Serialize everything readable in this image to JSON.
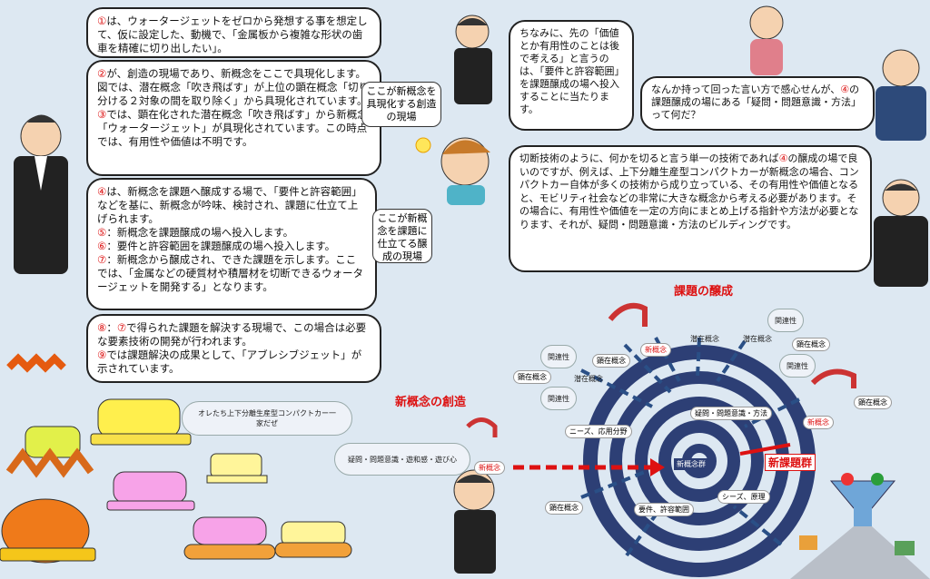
{
  "bubbles": {
    "b1": {
      "num": "①",
      "text": "は、ウォータージェットをゼロから発想する事を想定して、仮に設定した、動機で、「金属板から複雑な形状の歯車を精確に切り出したい」。"
    },
    "b2": {
      "num": "②",
      "text": "が、創造の現場であり、新概念をここで具現化します。図では、潜在概念「吹き飛ばす」が上位の顕在概念「切り分ける２対象の間を取り除く」から具現化されています。",
      "num2": "③",
      "text2": "では、顕在化された潜在概念「吹き飛ばす」から新概念「ウォータージェット」が具現化されています。この時点では、有用性や価値は不明です。"
    },
    "b3": {
      "num": "④",
      "text": "は、新概念を課題へ醸成する場で、「要件と許容範囲」などを基に、新概念が吟味、検討され、課題に仕立て上げられます。",
      "l5n": "⑤",
      "l5": "：新概念を課題醸成の場へ投入します。",
      "l6n": "⑥",
      "l6": "：要件と許容範囲を課題醸成の場へ投入します。",
      "l7n": "⑦",
      "l7": "：新概念から醸成され、できた課題を示します。ここでは、「金属などの硬質材や積層材を切断できるウォータージェットを開発する」となります。"
    },
    "b4": {
      "num": "⑧",
      "mid": "：",
      "num2": "⑦",
      "text": "で得られた課題を解決する現場で、この場合は必要な要素技術の開発が行われます。",
      "num3": "⑨",
      "text3": "では課題解決の成果として、「アブレシブジェット」が示されています。"
    },
    "b5": {
      "text": "ちなみに、先の「価値とか有用性のことは後で考える」と言うのは、「要件と許容範囲」を課題醸成の場へ投入することに当たります。"
    },
    "b6": {
      "text1": "なんか持って回った言い方で感心せんが、",
      "num": "④",
      "text2": "の課題醸成の場にある「疑問・問題意識・方法」って何だ？"
    },
    "b7": {
      "text1": "切断技術のように、何かを切ると言う単一の技術であれば",
      "num": "④",
      "text2": "の醸成の場で良いのですが、例えば、上下分離生産型コンパクトカーが新概念の場合、コンパクトカー自体が多くの技術から成り立っている、その有用性や価値となると、モビリティ社会などの非常に大きな概念から考える必要があります。その場合に、有用性や価値を一定の方向にまとめ上げる指針や方法が必要となります、それが、疑問・問題意識・方法のビルディングです。"
    }
  },
  "small": {
    "s1": "ここが新概念を具現化する創造の現場",
    "s2": "ここが新概念を課題に仕立てる醸成の現場"
  },
  "titles": {
    "creation": "新概念の創造",
    "brewing": "課題の醸成",
    "issues": "新課題群"
  },
  "diagram": {
    "cloud_car": "オレたち上下分離生産型コンパクトカー一家だぜ",
    "cloud_doubt": "疑問・問題意識・遊和感・遊び心",
    "new_concept": "新概念",
    "new_concept_group": "新概念群",
    "doubt_method": "疑問・問題意識・方法",
    "needs": "ニーズ、応用分野",
    "req": "要件、許容範囲",
    "seeds": "シーズ、原理",
    "overt": "顕在概念",
    "latent": "潜在概念",
    "related": "関連性"
  },
  "colors": {
    "accent": "#d11",
    "arrow": "#2a4f86",
    "spiral": "#2d3f75"
  }
}
